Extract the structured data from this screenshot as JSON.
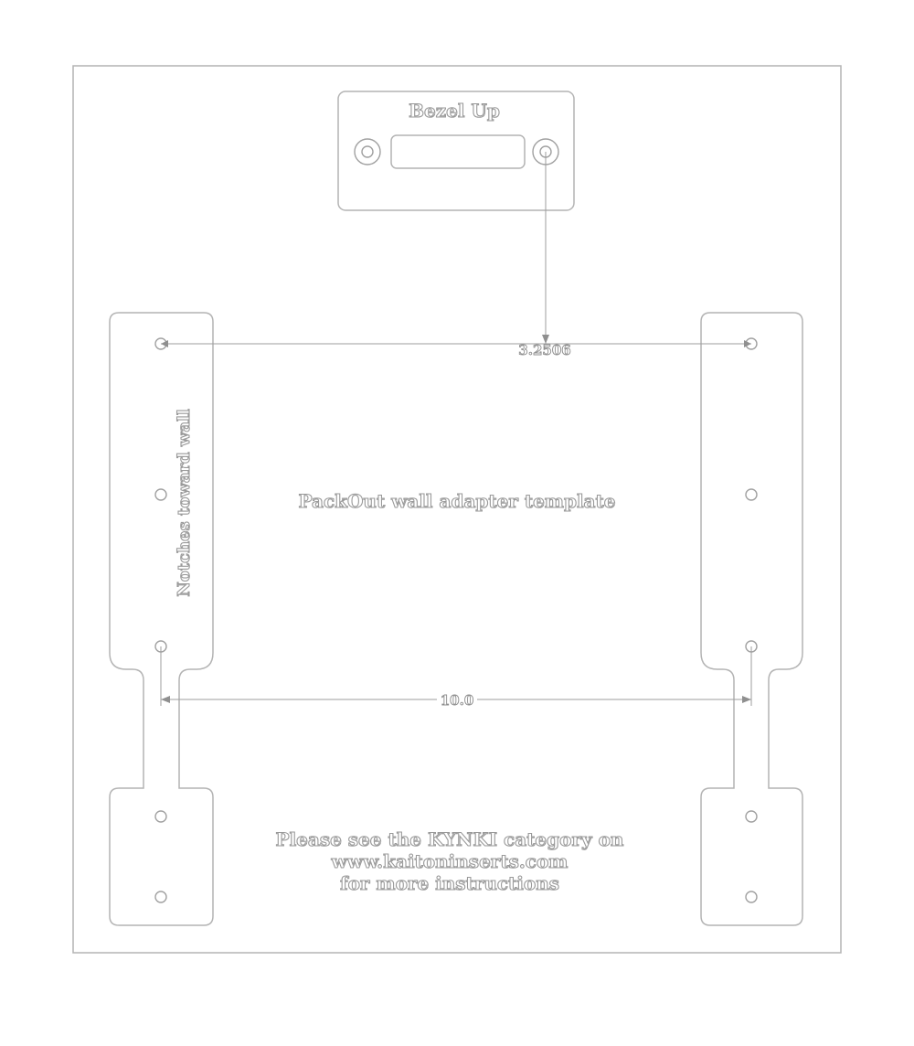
{
  "labels": {
    "bezel": "Bezel Up",
    "side": "Notches toward wall",
    "center": "PackOut wall adapter template",
    "instructions": [
      "Please see the KYNKI category on",
      "www.kaitoninserts.com",
      "for more instructions"
    ]
  },
  "dimensions": {
    "vertical": "3.2506",
    "horizontal": "10.0"
  },
  "colors": {
    "stroke": "#b4b4b4",
    "background": "#ffffff"
  }
}
